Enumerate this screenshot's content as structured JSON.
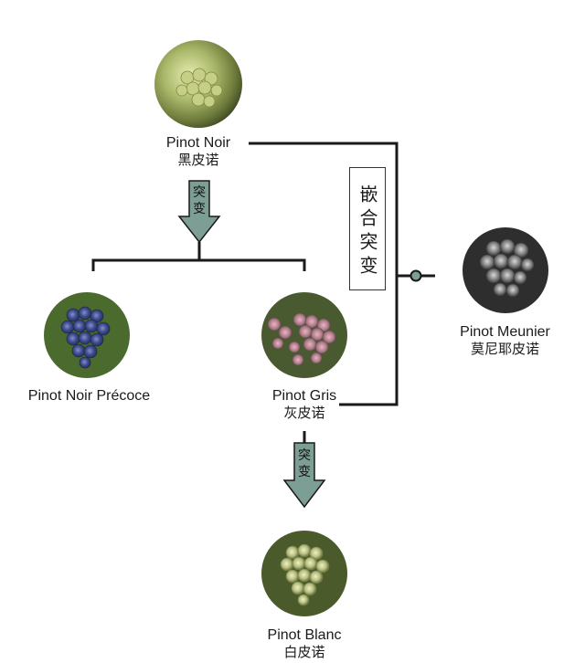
{
  "varieties": {
    "pinot_noir": {
      "name": "Pinot Noir",
      "name_zh": "黑皮诺"
    },
    "pinot_noir_precoce": {
      "name": "Pinot Noir Précoce"
    },
    "pinot_gris": {
      "name": "Pinot Gris",
      "name_zh": "灰皮诺"
    },
    "pinot_blanc": {
      "name": "Pinot Blanc",
      "name_zh": "白皮诺"
    },
    "pinot_meunier": {
      "name": "Pinot Meunier",
      "name_zh": "莫尼耶皮诺"
    }
  },
  "relations": {
    "mutation_label": "突变",
    "chimera_label": "嵌合突变"
  },
  "colors": {
    "arrow_fill": "#7c9e95",
    "line": "#1a1a1a",
    "grape_green": "#a9b86a",
    "grape_blue": "#3b4a8a",
    "grape_pink": "#b78090",
    "grape_dark": "#555555"
  }
}
